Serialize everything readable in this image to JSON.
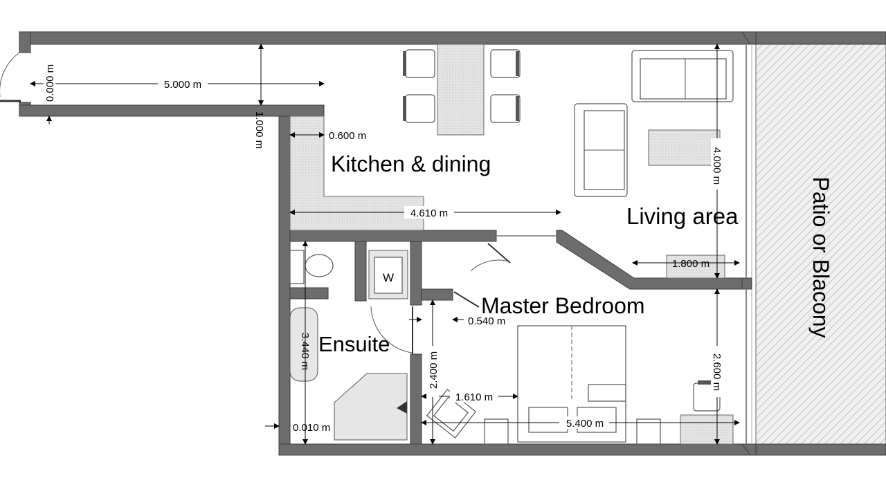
{
  "rooms": {
    "kitchen": "Kitchen & dining",
    "living": "Living area",
    "bedroom": "Master Bedroom",
    "ensuite": "Ensuite",
    "patio": "Patio or Blacony"
  },
  "fixtures": {
    "washer_label": "W"
  },
  "dimensions": {
    "hall_length": "5.000 m",
    "hall_offset": "0.000 m",
    "hall_width": "1.000 m",
    "counter_depth": "0.600 m",
    "kitchen_length": "4.610 m",
    "living_depth": "4.000 m",
    "sideboard_width": "1.800 m",
    "door_width": "0.540 m",
    "ensuite_length": "3.440 m",
    "bedroom_depth": "2.400 m",
    "wardrobe_width": "1.610 m",
    "bedroom_width": "5.400 m",
    "bedroom_side": "2.600 m",
    "wall_gap": "0.010 m"
  },
  "colors": {
    "wall": "#6d6d6d",
    "counter": "#e6e6e6",
    "text": "#000000"
  }
}
